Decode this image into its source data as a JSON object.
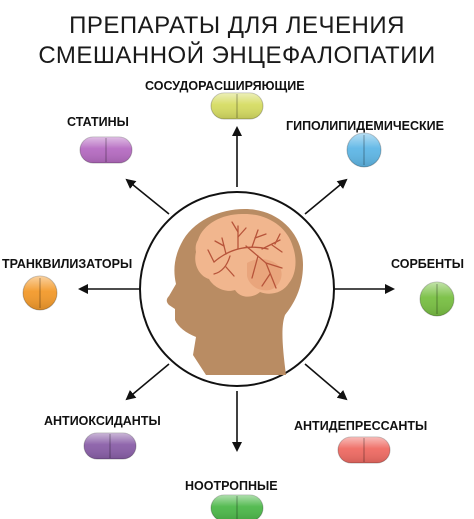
{
  "title_line1": "ПРЕПАРАТЫ ДЛЯ ЛЕЧЕНИЯ",
  "title_line2": "СМЕШАННОЙ ЭНЦЕФАЛОПАТИИ",
  "drugs": [
    {
      "label": "СОСУДОРАСШИРЯЮЩИЕ",
      "color": "#d6dc62"
    },
    {
      "label": "ГИПОЛИПИДЕМИЧЕСКИЕ",
      "color": "#5fb7e6"
    },
    {
      "label": "СОРБЕНТЫ",
      "color": "#79c043"
    },
    {
      "label": "АНТИДЕПРЕССАНТЫ",
      "color": "#ef6b63"
    },
    {
      "label": "НООТРОПНЫЕ",
      "color": "#4db84a"
    },
    {
      "label": "АНТИОКСИДАНТЫ",
      "color": "#8a5fa8"
    },
    {
      "label": "ТРАНКВИЛИЗАТОРЫ",
      "color": "#f39a2b"
    },
    {
      "label": "СТАТИНЫ",
      "color": "#b66cc2"
    }
  ],
  "colors": {
    "head": "#b98c63",
    "brain": "#f1b68e",
    "vessels": "#b7543a",
    "arrows": "#111111"
  },
  "icons": [
    "head-silhouette-icon",
    "brain-icon",
    "pill-icon",
    "arrow-icon"
  ]
}
